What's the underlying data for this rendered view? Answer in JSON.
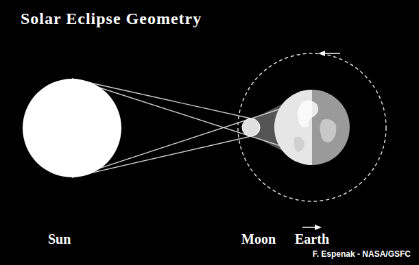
{
  "diagram": {
    "title": "Solar Eclipse Geometry",
    "labels": [
      "Sun",
      "Moon",
      "Earth",
      "F. Espenak - NASA/GSFC"
    ]
  }
}
